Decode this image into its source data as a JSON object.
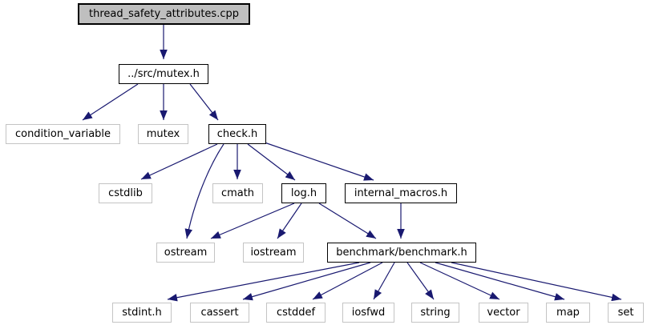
{
  "graph": {
    "type": "include-dependency-graph",
    "colors": {
      "edge": "#191970",
      "root_fill": "#bfbfbf",
      "linked_border": "#000000",
      "plain_border": "#c4c4c4",
      "background": "#ffffff",
      "text": "#000000"
    },
    "nodes": [
      {
        "id": "cpp",
        "label": "thread_safety_attributes.cpp",
        "type": "root"
      },
      {
        "id": "mutex_h",
        "label": "../src/mutex.h",
        "type": "linked"
      },
      {
        "id": "condition_variable",
        "label": "condition_variable",
        "type": "plain"
      },
      {
        "id": "mutex",
        "label": "mutex",
        "type": "plain"
      },
      {
        "id": "check_h",
        "label": "check.h",
        "type": "linked"
      },
      {
        "id": "cstdlib",
        "label": "cstdlib",
        "type": "plain"
      },
      {
        "id": "cmath",
        "label": "cmath",
        "type": "plain"
      },
      {
        "id": "log_h",
        "label": "log.h",
        "type": "linked"
      },
      {
        "id": "internal_macros_h",
        "label": "internal_macros.h",
        "type": "linked"
      },
      {
        "id": "ostream",
        "label": "ostream",
        "type": "plain"
      },
      {
        "id": "iostream",
        "label": "iostream",
        "type": "plain"
      },
      {
        "id": "benchmark_h",
        "label": "benchmark/benchmark.h",
        "type": "linked"
      },
      {
        "id": "stdint_h",
        "label": "stdint.h",
        "type": "plain"
      },
      {
        "id": "cassert",
        "label": "cassert",
        "type": "plain"
      },
      {
        "id": "cstddef",
        "label": "cstddef",
        "type": "plain"
      },
      {
        "id": "iosfwd",
        "label": "iosfwd",
        "type": "plain"
      },
      {
        "id": "string",
        "label": "string",
        "type": "plain"
      },
      {
        "id": "vector",
        "label": "vector",
        "type": "plain"
      },
      {
        "id": "map",
        "label": "map",
        "type": "plain"
      },
      {
        "id": "set",
        "label": "set",
        "type": "plain"
      }
    ],
    "edges": [
      {
        "from": "thread_safety_attributes.cpp",
        "to": "../src/mutex.h"
      },
      {
        "from": "../src/mutex.h",
        "to": "condition_variable"
      },
      {
        "from": "../src/mutex.h",
        "to": "mutex"
      },
      {
        "from": "../src/mutex.h",
        "to": "check.h"
      },
      {
        "from": "check.h",
        "to": "cstdlib"
      },
      {
        "from": "check.h",
        "to": "ostream"
      },
      {
        "from": "check.h",
        "to": "cmath"
      },
      {
        "from": "check.h",
        "to": "log.h"
      },
      {
        "from": "check.h",
        "to": "internal_macros.h"
      },
      {
        "from": "log.h",
        "to": "ostream"
      },
      {
        "from": "log.h",
        "to": "iostream"
      },
      {
        "from": "log.h",
        "to": "benchmark/benchmark.h"
      },
      {
        "from": "internal_macros.h",
        "to": "benchmark/benchmark.h"
      },
      {
        "from": "benchmark/benchmark.h",
        "to": "stdint.h"
      },
      {
        "from": "benchmark/benchmark.h",
        "to": "cassert"
      },
      {
        "from": "benchmark/benchmark.h",
        "to": "cstddef"
      },
      {
        "from": "benchmark/benchmark.h",
        "to": "iosfwd"
      },
      {
        "from": "benchmark/benchmark.h",
        "to": "string"
      },
      {
        "from": "benchmark/benchmark.h",
        "to": "vector"
      },
      {
        "from": "benchmark/benchmark.h",
        "to": "map"
      },
      {
        "from": "benchmark/benchmark.h",
        "to": "set"
      }
    ]
  }
}
